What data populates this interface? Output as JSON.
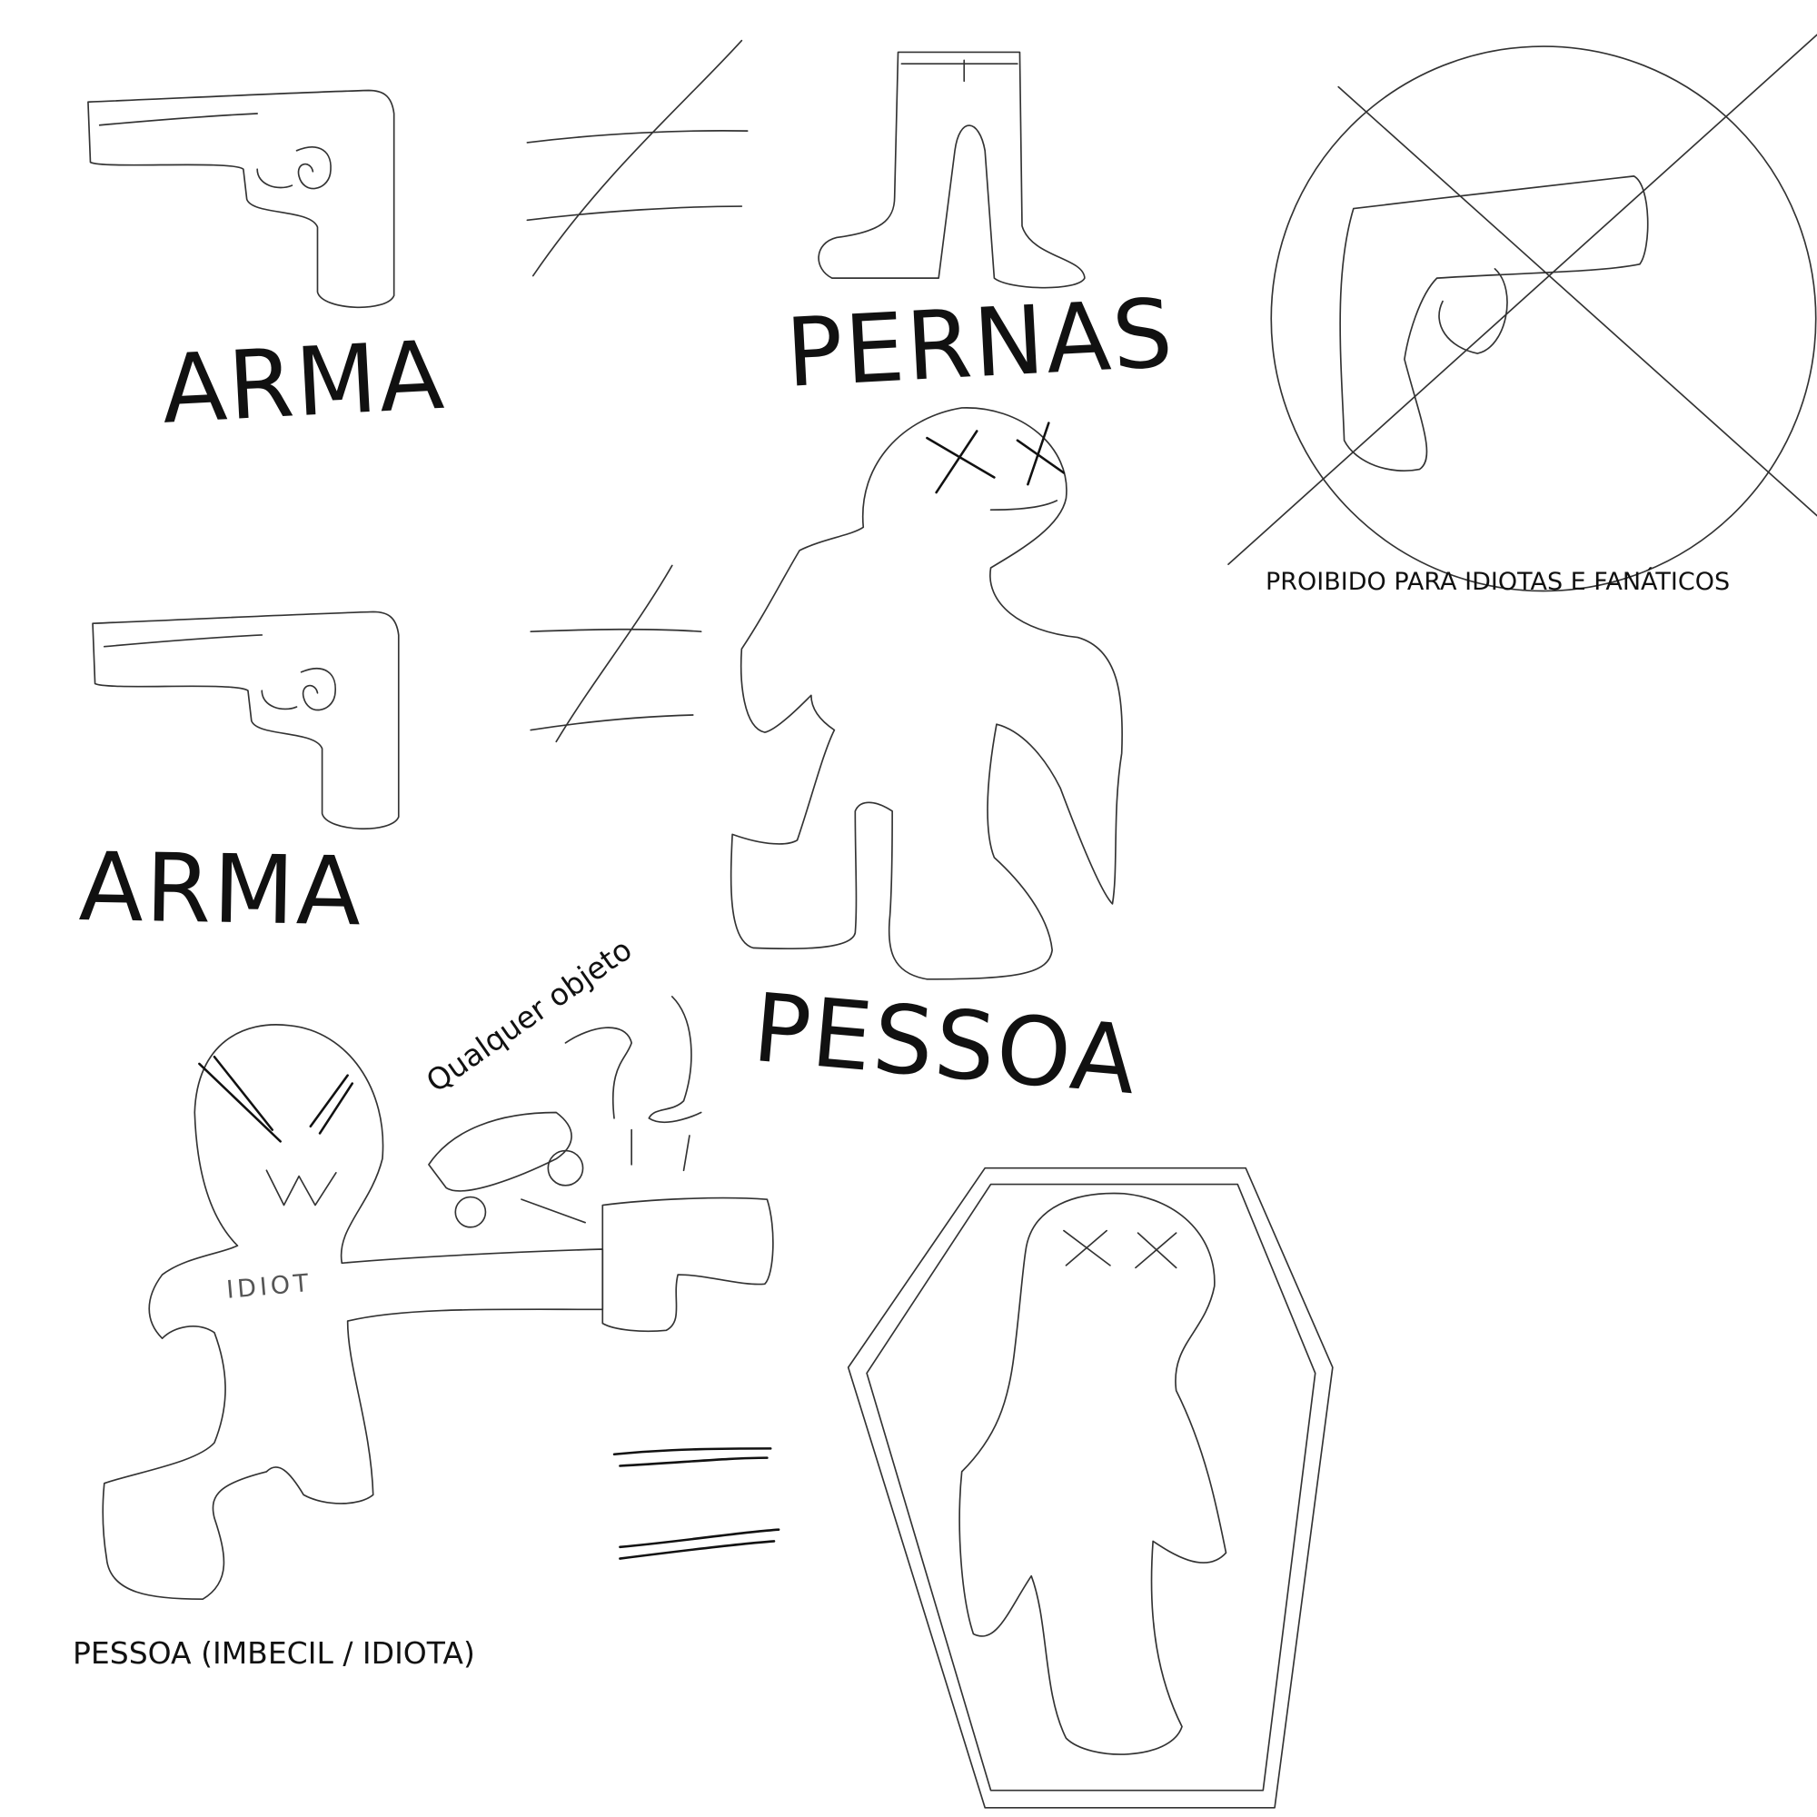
{
  "labels": {
    "arma_top": "ARMA",
    "pernas": "PERNAS",
    "arma_bottom": "ARMA",
    "pessoa": "PESSOA",
    "prohibited_caption": "PROIBIDO PARA IDIOTAS E FANÁTICOS",
    "any_object": "Qualquer objeto",
    "shirt_text": "IDIOT",
    "idiot_caption": "PESSOA (IMBECIL / IDIOTA)"
  },
  "colors": {
    "ink": "#333333",
    "background": "#ffffff"
  }
}
